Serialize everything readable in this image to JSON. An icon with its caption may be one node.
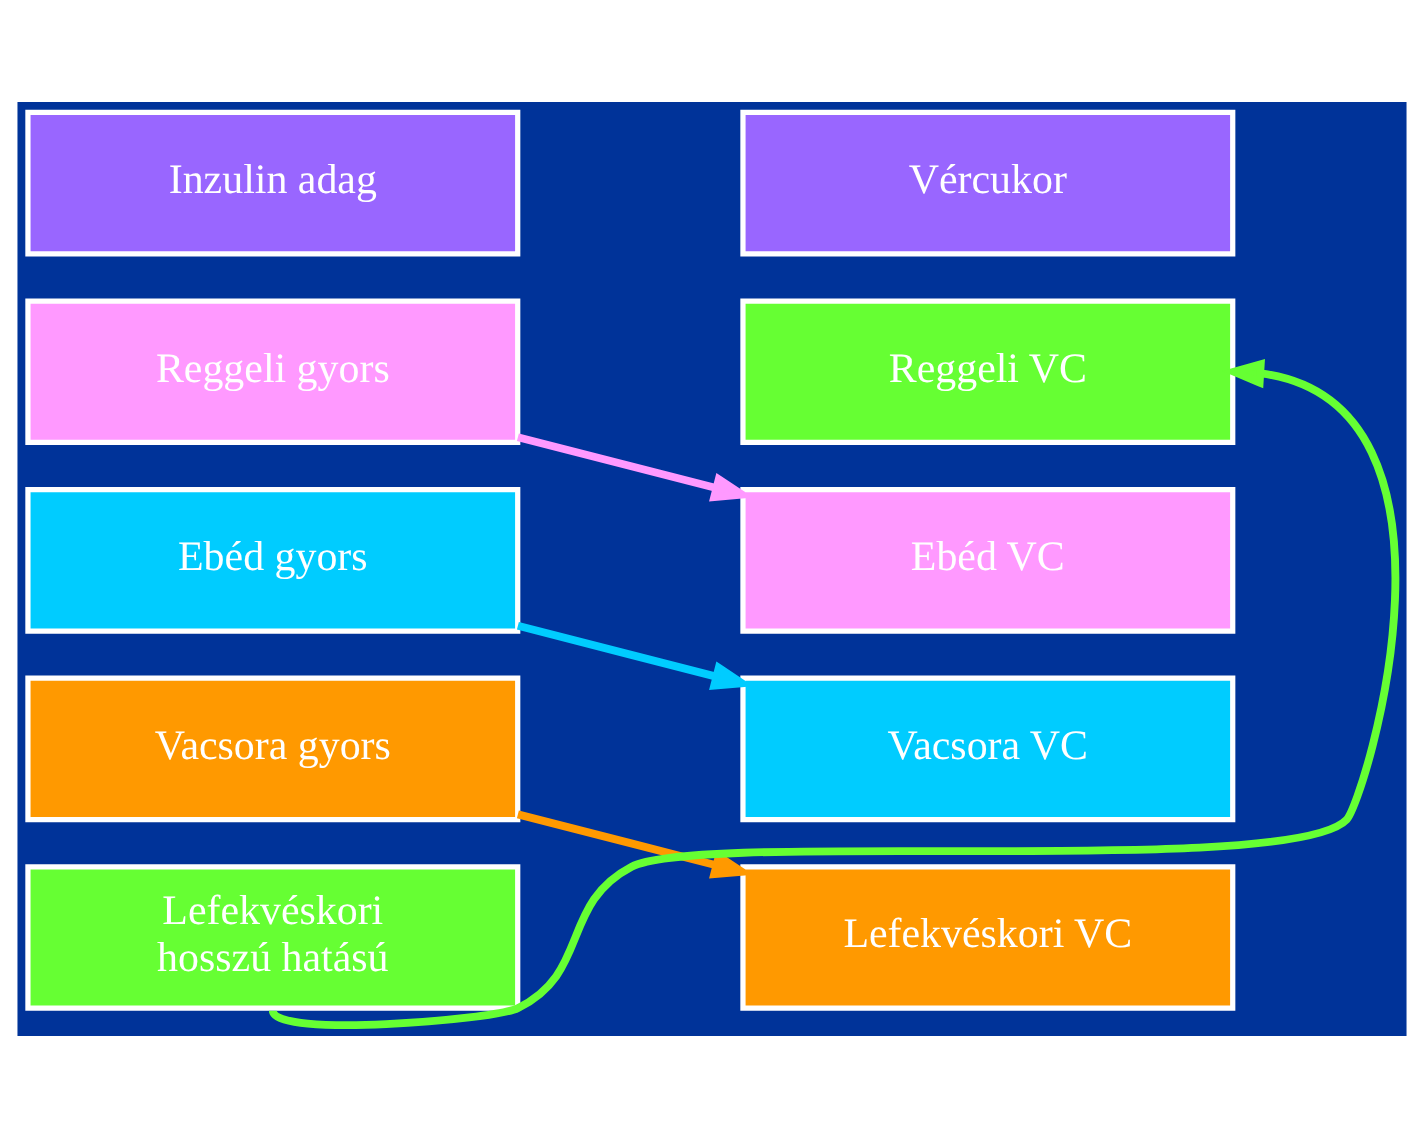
{
  "diagram": {
    "nodes": [
      {
        "text": [
          "Inzulin adag"
        ]
      },
      {
        "text": [
          "Vércukor"
        ]
      },
      {
        "text": [
          "Reggeli gyors"
        ]
      },
      {
        "text": [
          "Reggeli VC"
        ]
      },
      {
        "text": [
          "Ebéd gyors"
        ]
      },
      {
        "text": [
          "Ebéd VC"
        ]
      },
      {
        "text": [
          "Vacsora gyors"
        ]
      },
      {
        "text": [
          "Vacsora VC"
        ]
      },
      {
        "text": [
          "Lefekvéskori hosszú hatású"
        ]
      },
      {
        "text": [
          "Lefekvéskori VC"
        ]
      }
    ],
    "edges": [
      {
        "from": 2,
        "to": 5,
        "arrow": "to",
        "color": "#ff99ff"
      },
      {
        "from": 4,
        "to": 7,
        "arrow": "to",
        "color": "#00ccff"
      },
      {
        "from": 6,
        "to": 9,
        "arrow": "to",
        "color": "#ff9900"
      },
      {
        "from": 8,
        "to": 3,
        "arrow": "to",
        "color": "#66ff33"
      }
    ]
  }
}
